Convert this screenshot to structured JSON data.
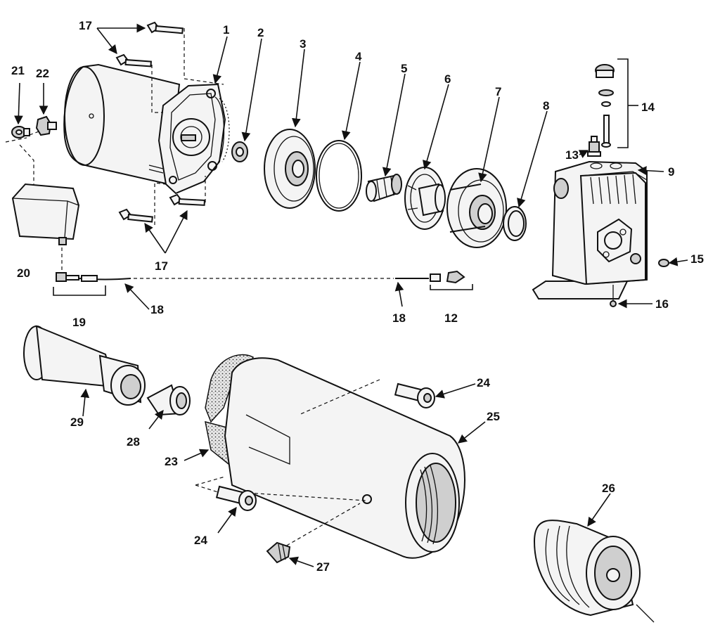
{
  "diagram": {
    "callouts": {
      "c1": "1",
      "c2": "2",
      "c3": "3",
      "c4": "4",
      "c5": "5",
      "c6": "6",
      "c7": "7",
      "c8": "8",
      "c9": "9",
      "c12": "12",
      "c13": "13",
      "c14": "14",
      "c15": "15",
      "c16": "16",
      "c17a": "17",
      "c17b": "17",
      "c18a": "18",
      "c18b": "18",
      "c19": "19",
      "c20": "20",
      "c21": "21",
      "c22": "22",
      "c23": "23",
      "c24a": "24",
      "c24b": "24",
      "c25": "25",
      "c26": "26",
      "c27": "27",
      "c28": "28",
      "c29": "29"
    },
    "icons": {
      "arrowhead": "arrowhead-icon"
    }
  }
}
